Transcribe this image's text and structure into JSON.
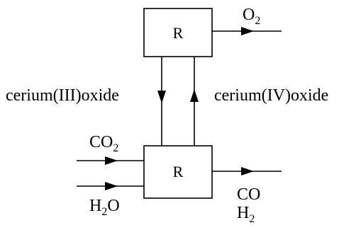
{
  "diagram": {
    "top_reactor_label": "R",
    "bottom_reactor_label": "R",
    "o2": {
      "main": "O",
      "sub": "2"
    },
    "ce3_label": "cerium(III)oxide",
    "ce4_label": "cerium(IV)oxide",
    "co2": {
      "main": "CO",
      "sub": "2"
    },
    "h2o": {
      "pre": "H",
      "sub": "2",
      "post": "O"
    },
    "co": "CO",
    "h2": {
      "main": "H",
      "sub": "2"
    }
  },
  "colors": {
    "stroke": "#000000",
    "background": "#ffffff"
  }
}
